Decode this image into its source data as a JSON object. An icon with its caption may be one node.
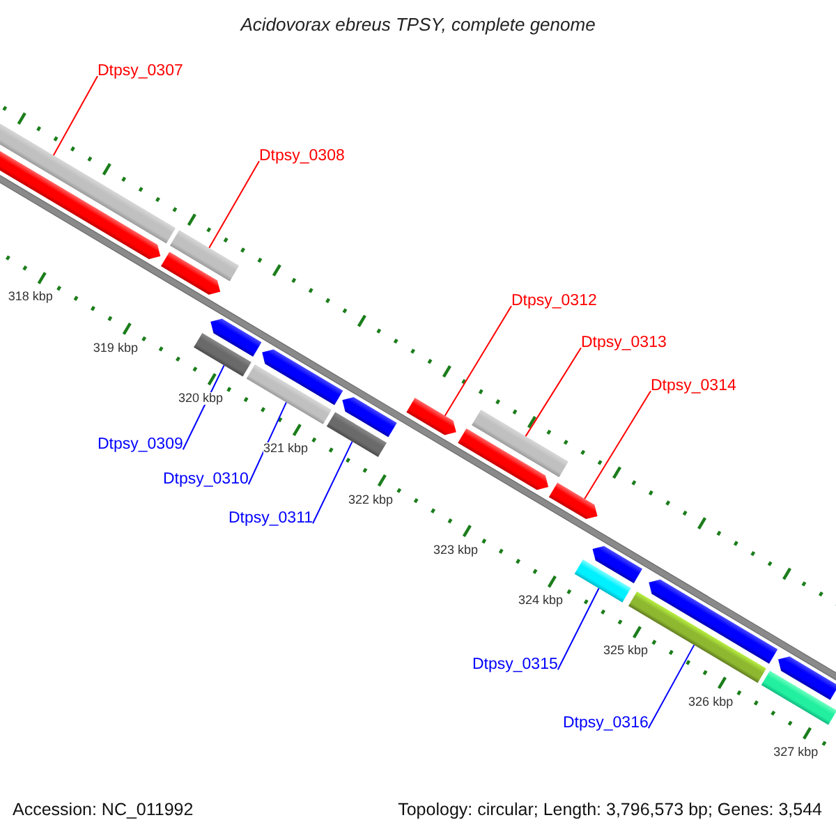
{
  "diagram": {
    "title": "Acidovorax ebreus TPSY, complete genome",
    "nodes": [
      {
        "text": [
          "Dtpsy_0307"
        ]
      },
      {
        "text": [
          "Dtpsy_0308"
        ]
      },
      {
        "text": [
          "Dtpsy_0309"
        ]
      },
      {
        "text": [
          "Dtpsy_0310"
        ]
      },
      {
        "text": [
          "Dtpsy_0311"
        ]
      },
      {
        "text": [
          "Dtpsy_0312"
        ]
      },
      {
        "text": [
          "Dtpsy_0313"
        ]
      },
      {
        "text": [
          "Dtpsy_0314"
        ]
      },
      {
        "text": [
          "Dtpsy_0315"
        ]
      },
      {
        "text": [
          "Dtpsy_0316"
        ]
      },
      {
        "text": [],
        "shape": "bar"
      },
      {
        "text": [],
        "shape": "arrow"
      },
      {
        "text": [],
        "shape": "bar"
      },
      {
        "text": [],
        "shape": "arrow"
      },
      {
        "text": [],
        "shape": "bar"
      },
      {
        "text": [],
        "shape": "arrow"
      },
      {
        "text": [],
        "shape": "bar"
      },
      {
        "text": [],
        "shape": "arrow"
      },
      {
        "text": [],
        "shape": "bar"
      },
      {
        "text": [],
        "shape": "arrow"
      },
      {
        "text": [],
        "shape": "arrow"
      },
      {
        "text": [],
        "shape": "arrow"
      },
      {
        "text": [],
        "shape": "bar"
      },
      {
        "text": [],
        "shape": "arrow"
      },
      {
        "text": [],
        "shape": "bar"
      },
      {
        "text": [],
        "shape": "arrow"
      },
      {
        "text": [],
        "shape": "bar"
      },
      {
        "text": [],
        "shape": "arrow"
      },
      {
        "text": [],
        "shape": "bar"
      },
      {
        "text": [],
        "shape": "arrow"
      }
    ],
    "edges": [
      {
        "from": 0,
        "to": 10,
        "arrow": "none"
      },
      {
        "from": 1,
        "to": 12,
        "arrow": "none"
      },
      {
        "from": 2,
        "to": 14,
        "arrow": "none",
        "color": "#0000ff"
      },
      {
        "from": 3,
        "to": 16,
        "arrow": "none",
        "color": "#0000ff"
      },
      {
        "from": 4,
        "to": 18,
        "arrow": "none",
        "color": "#0000ff"
      },
      {
        "from": 5,
        "to": 20,
        "arrow": "none"
      },
      {
        "from": 6,
        "to": 22,
        "arrow": "none"
      },
      {
        "from": 7,
        "to": 23,
        "arrow": "none"
      },
      {
        "from": 8,
        "to": 24,
        "arrow": "none",
        "color": "#0000ff"
      },
      {
        "from": 9,
        "to": 26,
        "arrow": "none",
        "color": "#0000ff"
      }
    ],
    "labels": [
      "318 kbp",
      "319 kbp",
      "320 kbp",
      "321 kbp",
      "322 kbp",
      "323 kbp",
      "324 kbp",
      "325 kbp",
      "326 kbp",
      "327 kbp",
      "Accession: NC_011992",
      "Topology: circular; Length: 3,796,573 bp; Genes: 3,544"
    ]
  }
}
